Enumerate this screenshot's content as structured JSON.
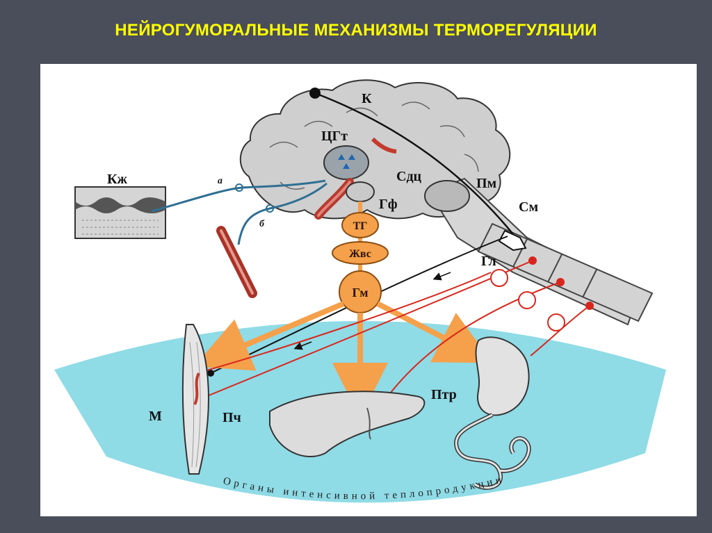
{
  "title": "НЕЙРОГУМОРАЛЬНЫЕ МЕХАНИЗМЫ ТЕРМОРЕГУЛЯЦИИ",
  "labels": {
    "cortex": "К",
    "thermo_center": "ЦГт",
    "vasomotor": "Сдц",
    "medulla": "Пм",
    "spinal": "См",
    "hypophysis": "Гф",
    "skin": "Кж",
    "ganglion": "Гл",
    "muscle": "М",
    "liver": "Пч",
    "gut": "Птр",
    "path_a": "а",
    "path_b": "б"
  },
  "nodes": {
    "tg": "ТГ",
    "zhvs": "Жвс",
    "gm": "Гм"
  },
  "arc_text": "Органы интенсивной теплопродукции",
  "colors": {
    "title": "#ffff00",
    "background": "#4a4d5a",
    "zone": "#8fdbe6",
    "orange": "#f5a04a",
    "nerve_red": "#d9261c",
    "afferent_blue": "#2f6f93"
  }
}
